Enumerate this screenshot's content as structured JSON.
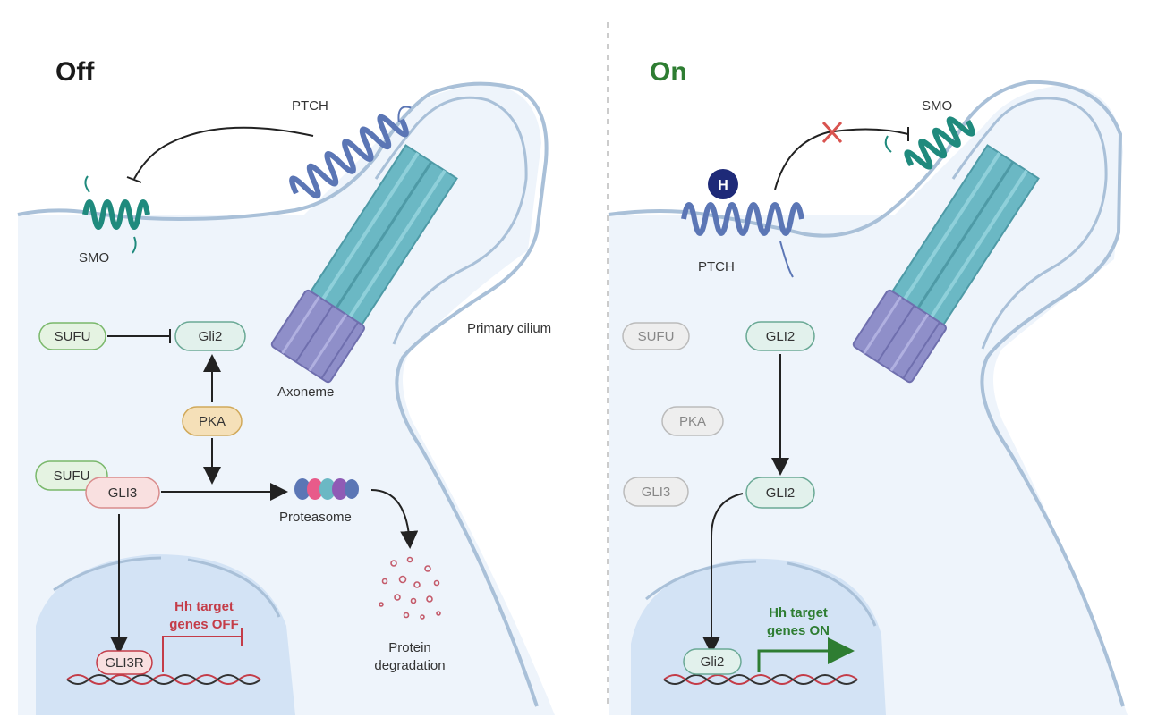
{
  "panels": {
    "off": {
      "title": "Off",
      "ptch": "PTCH",
      "smo": "SMO",
      "sufu_1": "SUFU",
      "gli2": "Gli2",
      "pka": "PKA",
      "sufu_2": "SUFU",
      "gli3": "GLI3",
      "proteasome": "Proteasome",
      "protein_degradation_1": "Protein",
      "protein_degradation_2": "degradation",
      "axoneme": "Axoneme",
      "primary_cilium": "Primary cilium",
      "target_line1": "Hh target",
      "target_line2": "genes OFF",
      "gli3r": "GLI3R"
    },
    "on": {
      "title": "On",
      "ptch": "PTCH",
      "smo": "SMO",
      "hh_ligand": "H",
      "sufu": "SUFU",
      "gli2_top": "GLI2",
      "pka": "PKA",
      "gli3": "GLI3",
      "gli2_mid": "GLI2",
      "gli2_nucleus": "Gli2",
      "target_line1": "Hh target",
      "target_line2": "genes ON"
    }
  },
  "colors": {
    "cell_fill": "#eef4fb",
    "membrane": "#a9c0d8",
    "nucleus": "#d3e3f5",
    "ptch": "#5b76b5",
    "smo": "#1f8a7d",
    "axoneme": "#6bb8c4",
    "basal_body": "#8f8fc9",
    "pill_green": "#e5f3e2",
    "pill_teal": "#e2f1ec",
    "pill_pink": "#f9e0e0",
    "pill_orange": "#f5e0b8",
    "pill_grey": "#eeeeee",
    "off_red": "#c43c48",
    "on_green": "#2e7d32",
    "hh_ligand": "#1e2a78"
  }
}
